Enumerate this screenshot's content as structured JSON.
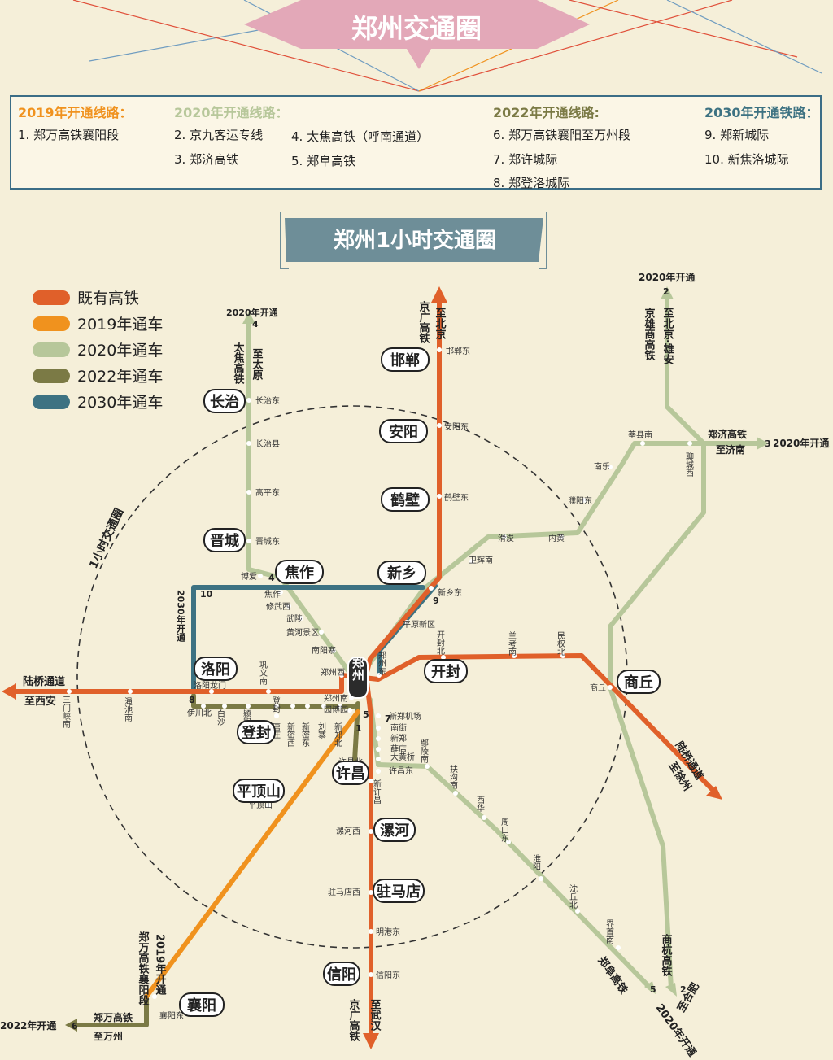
{
  "title": "郑州交通圈",
  "subtitle": "郑州1小时交通圈",
  "info": {
    "h2019": "2019年开通线路：",
    "h2020": "2020年开通线路：",
    "h2022": "2022年开通线路:",
    "h2030": "2030年开通铁路：",
    "l1": "1. 郑万高铁襄阳段",
    "l2": "2. 京九客运专线",
    "l3": "3. 郑济高铁",
    "l4": "4. 太焦高铁（呼南通道）",
    "l5": "5. 郑阜高铁",
    "l6": "6. 郑万高铁襄阳至万州段",
    "l7": "7. 郑许城际",
    "l8": "8. 郑登洛城际",
    "l9": "9. 郑新城际",
    "l10": "10. 新焦洛城际"
  },
  "legend": [
    {
      "label": "既有高铁",
      "color": "#e0602a"
    },
    {
      "label": "2019年通车",
      "color": "#f0921e"
    },
    {
      "label": "2020年通车",
      "color": "#b7c79a"
    },
    {
      "label": "2022年通车",
      "color": "#7b7a45"
    },
    {
      "label": "2030年通车",
      "color": "#3d7282"
    }
  ],
  "colors": {
    "existing": "#e0602a",
    "y2019": "#f0921e",
    "y2020": "#b7c79a",
    "y2022": "#7b7a45",
    "y2030": "#3d7282",
    "banner": "#e3a8b8",
    "subbanner": "#6e8e98"
  },
  "cities": {
    "zhengzhou": "郑州",
    "handan": "邯郸",
    "anyang": "安阳",
    "hebi": "鹤壁",
    "xinxiang": "新乡",
    "jiaozuo": "焦作",
    "changzhi": "长治",
    "jincheng": "晋城",
    "luoyang": "洛阳",
    "kaifeng": "开封",
    "shangqiu": "商丘",
    "dengfeng": "登封",
    "xuchang": "许昌",
    "pingdingshan": "平顶山",
    "luohe": "漯河",
    "zhumadian": "驻马店",
    "xinyang": "信阳",
    "xiangyang": "襄阳"
  },
  "stations": {
    "handandong": "邯郸东",
    "anyangdong": "安阳东",
    "hebidong": "鹤壁东",
    "xinxiangdong": "新乡东",
    "weihuinan": "卫辉南",
    "huaxun": "滑浚",
    "neihuang": "内黄",
    "puyangdong": "濮阳东",
    "nanle": "南乐",
    "shenxiannan": "莘县南",
    "liaochengxi": "聊城西",
    "changzhidong": "长治东",
    "changzhixian": "长治县",
    "gaopingdong": "高平东",
    "jinchengdong": "晋城东",
    "boai": "博爱",
    "jiaozuo": "焦作",
    "xiuwuxi": "修武西",
    "wuzhi": "武陟",
    "huanghejingqu": "黄河景区",
    "nanyangzhai": "南阳寨",
    "zhengzhouxi": "郑州西",
    "gongyinan": "巩义南",
    "luoyanglongmen": "洛阳龙门",
    "sanmenxianan": "三门峡南",
    "mianchinan": "渑池南",
    "yichuanbei": "伊川北",
    "baisha": "白沙",
    "yingyang": "颍阳",
    "dengfeng": "登封",
    "tangzhuang": "唐庄",
    "xinmixi": "新密西",
    "xinmidong": "新密东",
    "liuzhai": "刘寨",
    "xinzhengbei": "新郑北",
    "zhengzhounan": "郑州南",
    "yuanboyuan": "园博园",
    "pingyuanxinqu": "平原新区",
    "zhengzhoudong": "郑州东",
    "kaifengbei": "开封北",
    "lankaonan": "兰考南",
    "minquanbei": "民权北",
    "shangqiu": "商丘",
    "xinzhengjichang": "新郑机场",
    "nanjia": "南街",
    "xinzheng": "新郑",
    "xuechang": "薛店",
    "dahuangqiao": "大黄桥",
    "xuchangbei": "许昌北",
    "xuchangdong": "许昌东",
    "xinxuchang": "新许昌",
    "yanlingnan": "鄢陵南",
    "fugounan": "扶沟南",
    "xihua": "西华",
    "zhoukoudong": "周口东",
    "huaiyang": "淮阳",
    "shenqiubei": "沈丘北",
    "jieshounan": "界首南",
    "pingdingshan": "平顶山",
    "luohexi": "漯河西",
    "zhumadianxi": "驻马店西",
    "minggangdong": "明港东",
    "xinyangdong": "信阳东",
    "xiangyangdong": "襄阳东"
  },
  "labels": {
    "l_jinguang": "京广高铁",
    "l_tojing": "至北京",
    "l_taijiao": "太焦高铁",
    "l_totaiyuan": "至太原",
    "l_jingxiong": "京雄商高铁",
    "l_tojingxiong": "至北京·雄安",
    "l_zhengji": "郑济高铁",
    "l_tojinan": "至济南",
    "l_2020open": "2020年开通",
    "l_2020open2": "2020年开通",
    "l_2020open3": "2020年开通",
    "l_2020open4": "2020年开通",
    "l_2030open": "2030年开通",
    "l_luqiao": "陆桥通道",
    "l_toxian": "至西安",
    "l_luqiao2": "陆桥通道",
    "l_toxuzhou": "至徐州",
    "l_jinguang2": "京广高铁",
    "l_towuhan": "至武汉",
    "l_shanghang": "商杭高铁",
    "l_tohefei": "至合肥",
    "l_zhengfu": "郑阜高铁",
    "l_zhengwan": "郑万高铁",
    "l_towanzhou": "至万州",
    "l_2022open": "2022年开通",
    "l_zhengwanxy": "郑万高铁襄阳段",
    "l_2019open": "2019年开通",
    "l_1h": "1小时交通圈",
    "n1": "1",
    "n2": "2",
    "n2b": "2",
    "n3": "3",
    "n4": "4",
    "n4b": "4",
    "n5": "5",
    "n5b": "5",
    "n6": "6",
    "n7": "7",
    "n8": "8",
    "n9": "9",
    "n10": "10"
  }
}
